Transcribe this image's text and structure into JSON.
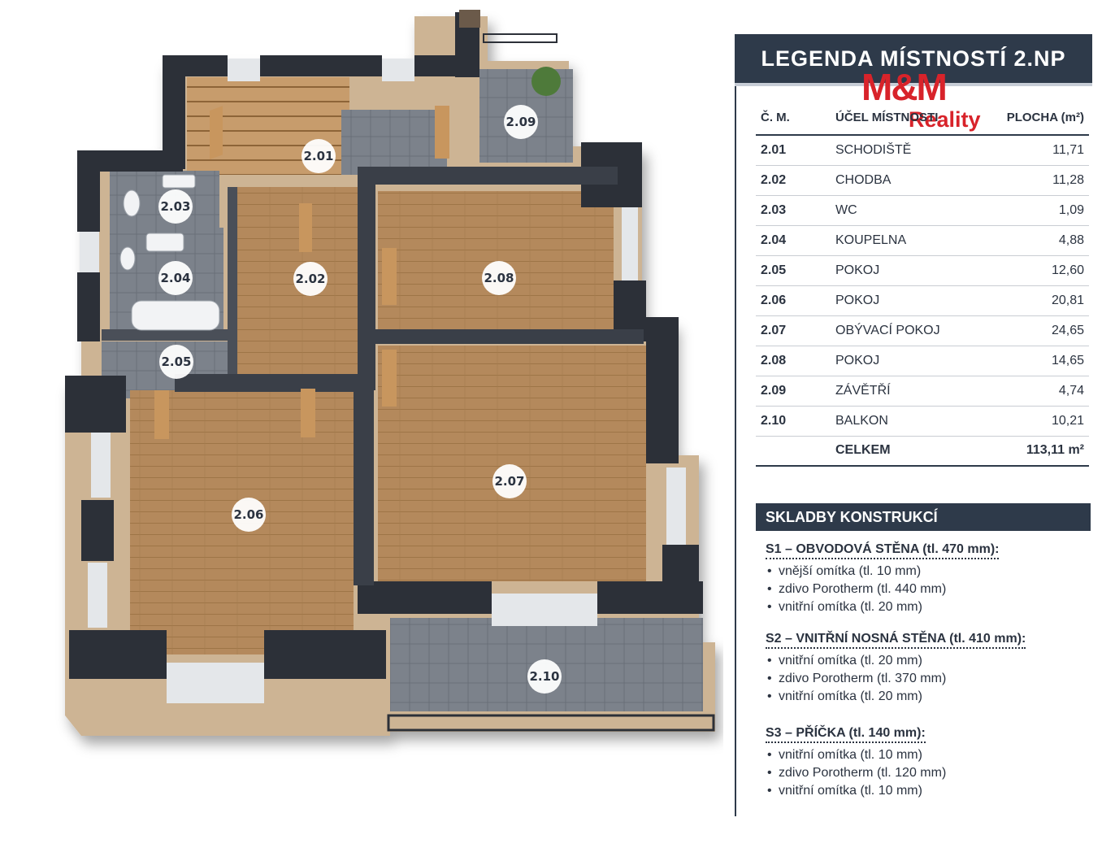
{
  "legend": {
    "title": "LEGENDA MÍSTNOSTÍ 2.NP",
    "logo_main": "M&M",
    "logo_sub": "Reality",
    "headers": {
      "number": "Č. M.",
      "purpose": "ÚČEL MÍSTNOSTI",
      "area": "PLOCHA (m²)"
    },
    "rows": [
      {
        "number": "2.01",
        "purpose": "SCHODIŠTĚ",
        "area": "11,71"
      },
      {
        "number": "2.02",
        "purpose": "CHODBA",
        "area": "11,28"
      },
      {
        "number": "2.03",
        "purpose": "WC",
        "area": "1,09"
      },
      {
        "number": "2.04",
        "purpose": "KOUPELNA",
        "area": "4,88"
      },
      {
        "number": "2.05",
        "purpose": "POKOJ",
        "area": "12,60"
      },
      {
        "number": "2.06",
        "purpose": "POKOJ",
        "area": "20,81"
      },
      {
        "number": "2.07",
        "purpose": "OBÝVACÍ POKOJ",
        "area": "24,65"
      },
      {
        "number": "2.08",
        "purpose": "POKOJ",
        "area": "14,65"
      },
      {
        "number": "2.09",
        "purpose": "ZÁVĚTŘÍ",
        "area": "4,74"
      },
      {
        "number": "2.10",
        "purpose": "BALKON",
        "area": "10,21"
      }
    ],
    "total_label": "CELKEM",
    "total_value": "113,11 m²"
  },
  "constructions": {
    "title": "SKLADBY KONSTRUKCÍ",
    "items": [
      {
        "title": "S1 – OBVODOVÁ STĚNA (tl. 470 mm):",
        "layers": [
          "vnější omítka (tl. 10 mm)",
          "zdivo Porotherm (tl. 440 mm)",
          "vnitřní omítka (tl. 20 mm)"
        ]
      },
      {
        "title": "S2 – VNITŘNÍ NOSNÁ STĚNA (tl. 410 mm):",
        "layers": [
          "vnitřní omítka (tl. 20 mm)",
          "zdivo Porotherm (tl. 370 mm)",
          "vnitřní omítka (tl. 20 mm)"
        ]
      },
      {
        "title": "S3 – PŘÍČKA (tl. 140 mm):",
        "layers": [
          "vnitřní omítka (tl. 10 mm)",
          "zdivo Porotherm (tl. 120 mm)",
          "vnitřní omítka (tl. 10 mm)"
        ]
      }
    ]
  },
  "plan": {
    "labels": {
      "r201": "2.01",
      "r202": "2.02",
      "r203": "2.03",
      "r204": "2.04",
      "r205": "2.05",
      "r206": "2.06",
      "r207": "2.07",
      "r208": "2.08",
      "r209": "2.09",
      "r210": "2.10"
    },
    "colors": {
      "wall": "#2c3038",
      "wood": "#b0865a",
      "tile": "#7b8089",
      "accent": "#d8232a",
      "panel": "#2e3a4a"
    }
  }
}
